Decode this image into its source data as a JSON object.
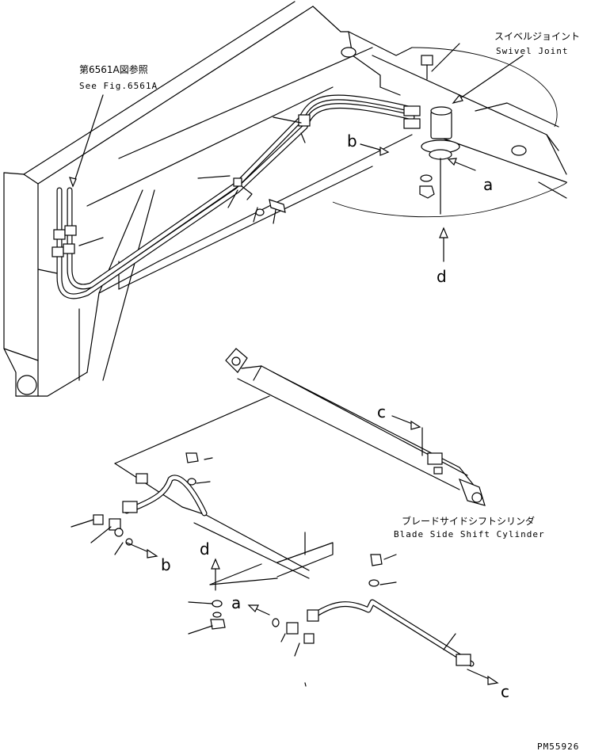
{
  "labels": {
    "fig_ref_jp": "第6561A図参照",
    "fig_ref_en": "See Fig.6561A",
    "swivel_jp": "スイベルジョイント",
    "swivel_en": "Swivel Joint",
    "cyl_jp": "ブレードサイドシフトシリンダ",
    "cyl_en": "Blade Side Shift Cylinder",
    "drawing_no": "PM55926"
  },
  "markers": {
    "a": "a",
    "b": "b",
    "c": "c",
    "d": "d"
  }
}
